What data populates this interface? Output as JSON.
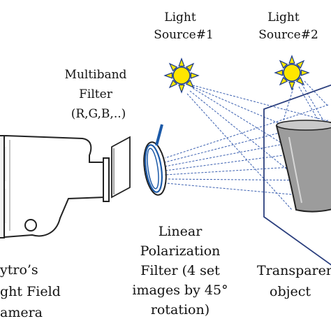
{
  "labels": {
    "light_source_1": [
      "Light",
      "Source#1"
    ],
    "light_source_2": [
      "Light",
      "Source#2"
    ],
    "multiband_filter": [
      "Multiband",
      "Filter",
      "(R,G,B,..)"
    ],
    "camera": [
      "ytro’s",
      "ght Field",
      "amera"
    ],
    "polarization_filter": [
      "Linear",
      "Polarization",
      "Filter (4 set",
      "images by 45°",
      "rotation)"
    ],
    "transparent_object": [
      "Transparen",
      "object"
    ]
  },
  "colors": {
    "sun_fill": "#ffe600",
    "sun_outline": "#1a3a8c",
    "ray": "#3a5fb0",
    "object_gray": "#9c9c9c",
    "polarizer_stroke": "#1c5aa8",
    "frame": "#2b3f7e"
  }
}
